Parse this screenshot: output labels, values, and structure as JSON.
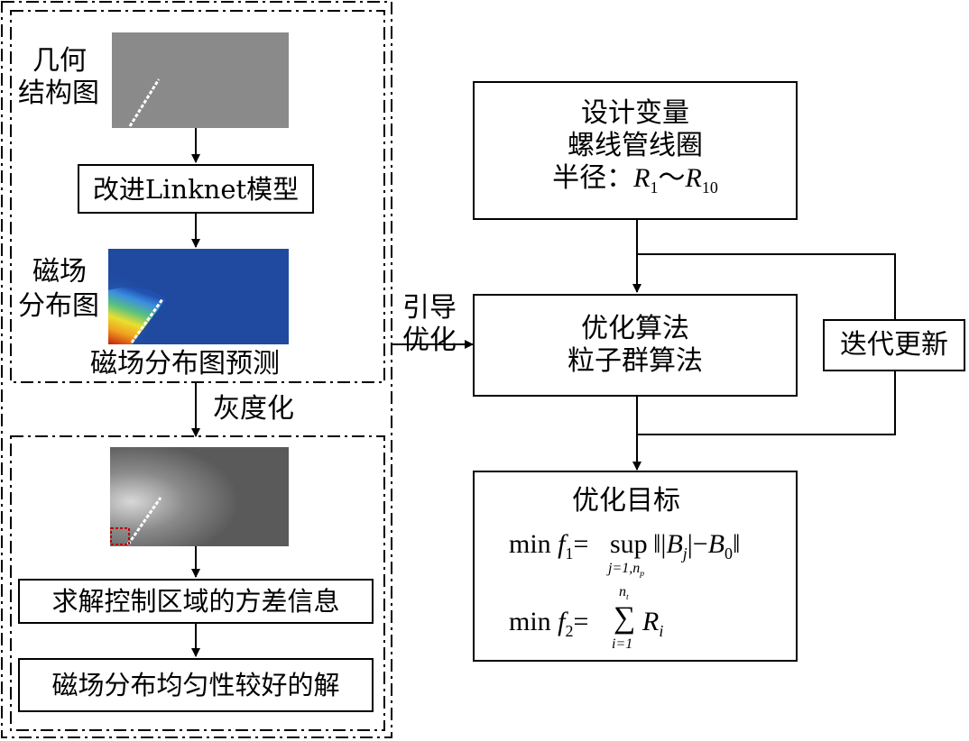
{
  "left_panel": {
    "geometry_label_line1": "几何",
    "geometry_label_line2": "结构图",
    "model_box_label": "改进Linknet模型",
    "field_label_line1": "磁场",
    "field_label_line2": "分布图",
    "prediction_caption": "磁场分布图预测",
    "grayscale_label": "灰度化"
  },
  "lower_panel": {
    "variance_box_label": "求解控制区域的方差信息",
    "solution_box_label": "磁场分布均匀性较好的解"
  },
  "guide_label_line1": "引导",
  "guide_label_line2": "优化",
  "design_box": {
    "line1": "设计变量",
    "line2": "螺线管线圈",
    "line3_prefix": "半径：",
    "r_first": "R",
    "r_first_sub": "1",
    "tilde": "～",
    "r_last": "R",
    "r_last_sub": "10"
  },
  "algorithm_box": {
    "line1": "优化算法",
    "line2": "粒子群算法"
  },
  "iterate_box_label": "迭代更新",
  "objective_box": {
    "title": "优化目标",
    "f1_min": "min",
    "f1_name": "f",
    "f1_sub": "1",
    "eq": "=",
    "sup": "sup",
    "sup_index": "j=1,n",
    "sup_index_p": "p",
    "B": "B",
    "B_sub_j": "j",
    "minus": "−",
    "B0": "B",
    "B0_sub": "0",
    "f2_min": "min",
    "f2_name": "f",
    "f2_sub": "2",
    "sum": "∑",
    "sum_upper": "n",
    "sum_upper_sub": "t",
    "sum_lower": "i=1",
    "R": "R",
    "R_sub": "i"
  },
  "colors": {
    "line": "#000000",
    "geometry_bg": "#8a8a8a",
    "field_bg": "#1f4aa0",
    "highlight_box": "#c00000"
  }
}
